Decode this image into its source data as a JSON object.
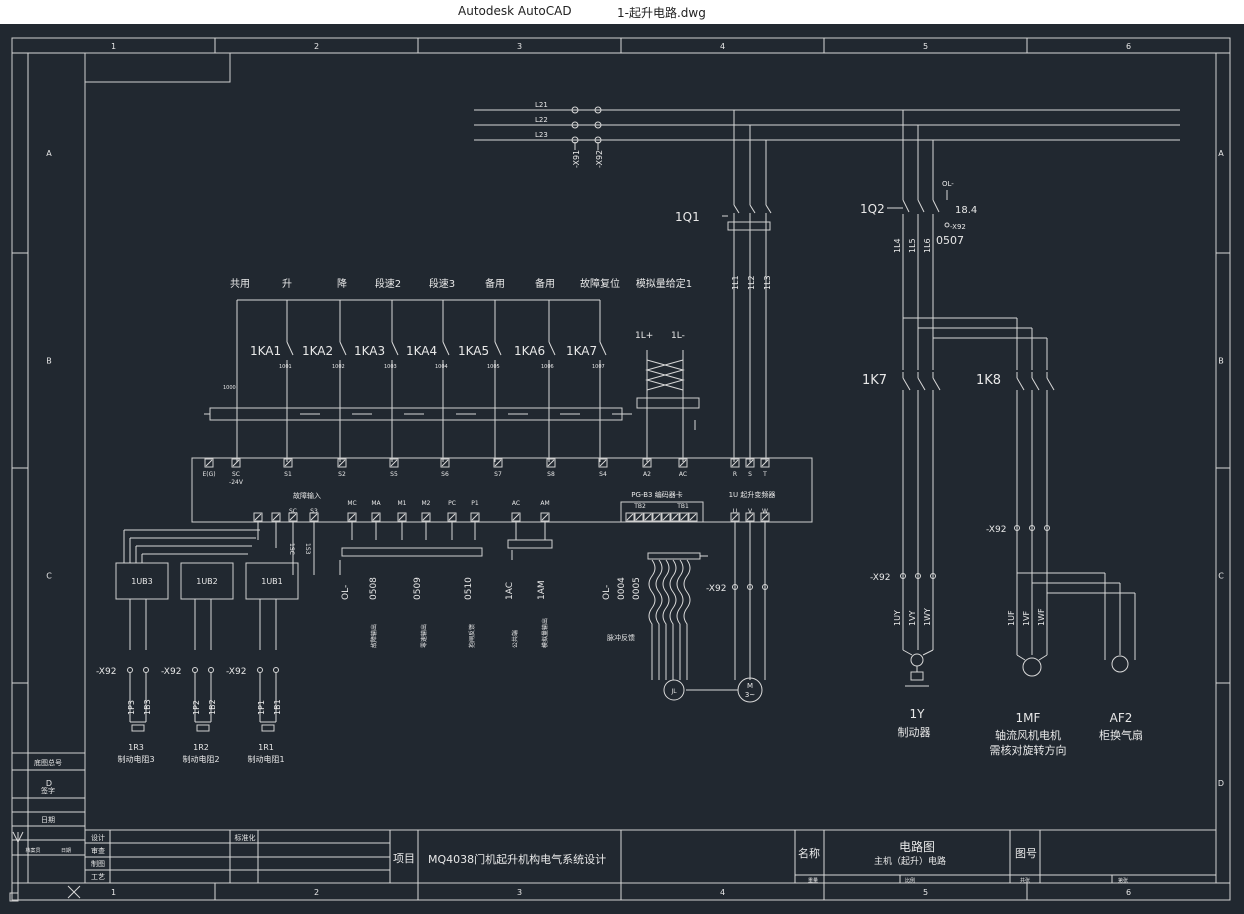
{
  "titlebar": {
    "app": "Autodesk AutoCAD",
    "file": "1-起升电路.dwg"
  },
  "frame": {
    "columns": [
      "1",
      "2",
      "3",
      "4",
      "5",
      "6"
    ],
    "rows": [
      "A",
      "B",
      "C",
      "D"
    ]
  },
  "bus": {
    "lines": [
      "L21",
      "L22",
      "L23"
    ],
    "terminals": [
      "-X91",
      "-X92"
    ]
  },
  "breakers": {
    "q1": "1Q1",
    "q2": "1Q2",
    "ol": "OL-",
    "ol_value": "18.4",
    "ol_terminal": "-X92",
    "q2_wire": "0507"
  },
  "wires_main": [
    "1L1",
    "1L2",
    "1L3"
  ],
  "wires_brake": [
    "1L4",
    "1L5",
    "1L6"
  ],
  "inputs": {
    "labels": [
      "共用",
      "升",
      "降",
      "段速2",
      "段速3",
      "备用",
      "备用",
      "故障复位",
      "模拟量给定1"
    ],
    "relays": [
      "1KA1",
      "1KA2",
      "1KA3",
      "1KA4",
      "1KA5",
      "1KA6",
      "1KA7"
    ],
    "wire_nums": [
      "1000",
      "1001",
      "1002",
      "1003",
      "1004",
      "1005",
      "1006",
      "1007"
    ],
    "analog": [
      "1L+",
      "1L-"
    ]
  },
  "inverter": {
    "top_terms": [
      "E(G)",
      "SC\n-24V",
      "S1",
      "S2",
      "S5",
      "S6",
      "S7",
      "S8",
      "S4",
      "A2",
      "AC",
      "R",
      "S",
      "T"
    ],
    "fault_input": "故障输入",
    "b_terms": [
      "SC",
      "S3"
    ],
    "out_terms": [
      "MC",
      "MA",
      "M1",
      "M2",
      "PC",
      "P1",
      "AC",
      "AM"
    ],
    "pg_card": "PG-B3 编码器卡",
    "tb2": "TB2",
    "tb1": "TB1",
    "name": "1U 起升变频器",
    "uvw": [
      "U",
      "V",
      "W"
    ]
  },
  "braking_units": [
    "1UB3",
    "1UB2",
    "1UB1"
  ],
  "side_wires": [
    "1SC",
    "1S3"
  ],
  "resistors": [
    {
      "x92": "-X92",
      "p": "1P3",
      "b": "1B3",
      "r": "1R3",
      "name": "制动电阻3"
    },
    {
      "x92": "-X92",
      "p": "1P2",
      "b": "1B2",
      "r": "1R2",
      "name": "制动电阻2"
    },
    {
      "x92": "-X92",
      "p": "1P1",
      "b": "1B1",
      "r": "1R1",
      "name": "制动电阻1"
    }
  ],
  "out_wires": [
    "OL-",
    "0508",
    "0509",
    "0510",
    "1AC",
    "1AM",
    "OL-",
    "0004",
    "0005"
  ],
  "out_labels": [
    "故障输出",
    "零速输出",
    "抱闸反馈",
    "公共端",
    "模拟量输出",
    "脉冲反馈"
  ],
  "motor": {
    "x92": "-X92",
    "label": "M\n3~",
    "encoder": "JL"
  },
  "k7": {
    "name": "1K7",
    "x92": "-X92",
    "wires": [
      "1UY",
      "1VY",
      "1WY"
    ],
    "dev": "1Y",
    "desc": "制动器"
  },
  "k8": {
    "name": "1K8",
    "x92": "-X92",
    "wires": [
      "1UF",
      "1VF",
      "1WF"
    ],
    "dev": "1MF",
    "desc1": "轴流风机电机",
    "desc2": "需核对旋转方向"
  },
  "af2": {
    "dev": "AF2",
    "desc": "柜换气扇"
  },
  "left_block": [
    "底图总号",
    "签字",
    "日期"
  ],
  "left_small": [
    "档案员",
    "日期"
  ],
  "title_block": {
    "rows": [
      "设计",
      "审查",
      "制图",
      "工艺"
    ],
    "std": "标准化",
    "project_label": "项目",
    "project": "MQ4038门机起升机构电气系统设计",
    "name_label": "名称",
    "name1": "电路图",
    "name2": "主机（起升）电路",
    "drawing_no_label": "图号",
    "bottom": [
      "重量",
      "比例",
      "共张",
      "第张"
    ]
  }
}
